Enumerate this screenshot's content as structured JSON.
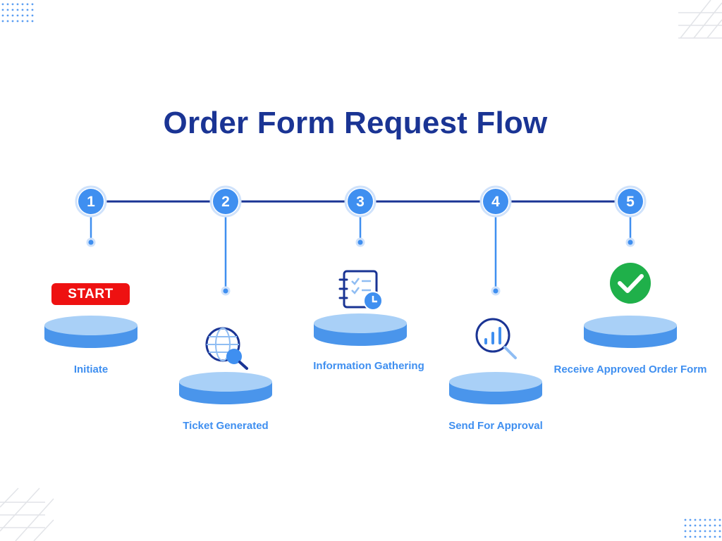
{
  "title": "Order Form Request Flow",
  "steps": [
    {
      "number": "1",
      "label": "Initiate",
      "icon": "start-badge-icon",
      "badge_text": "START"
    },
    {
      "number": "2",
      "label": "Ticket Generated",
      "icon": "globe-search-icon"
    },
    {
      "number": "3",
      "label": "Information Gathering",
      "icon": "checklist-clock-icon"
    },
    {
      "number": "4",
      "label": "Send For Approval",
      "icon": "chart-search-icon"
    },
    {
      "number": "5",
      "label": "Receive Approved Order Form",
      "icon": "check-circle-icon"
    }
  ],
  "colors": {
    "title": "#1a3494",
    "line": "#1a3494",
    "step_circle": "#3f8ff0",
    "label": "#3f8ff0",
    "platform_top": "#a9d0f7",
    "platform_side": "#4a95eb",
    "start_badge": "#ee1111",
    "check": "#1fb04a"
  }
}
